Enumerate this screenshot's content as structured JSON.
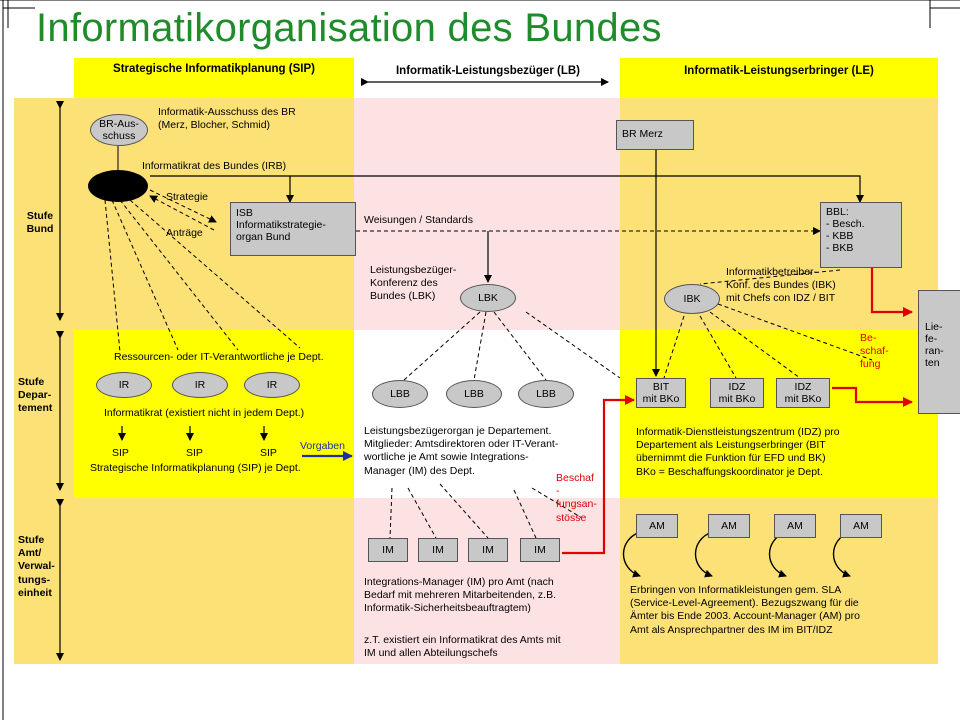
{
  "title": "Informatikorganisation des Bundes",
  "colors": {
    "yellow": "#ffff00",
    "lightYellow": "#fce177",
    "pink": "#fde2e4",
    "title": "#1e8c2a",
    "red": "#e00000",
    "blue": "#1f2fa3"
  },
  "headers": {
    "sip": "Strategische Informatikplanung (SIP)",
    "lb": "Informatik-Leistungsbezüger (LB)",
    "le": "Informatik-Leistungserbringer (LE)"
  },
  "levels": {
    "bund": "Stufe\nBund",
    "departement": "Stufe\nDepar-\ntement",
    "amt": "Stufe\nAmt/\nVerwal-\ntungs-\neinheit"
  },
  "sip_col": {
    "br_ellipse": "BR-Aus-\nschuss",
    "br_text": "Informatik-Ausschuss des BR\n(Merz, Blocher, Schmid)",
    "irb_text": "Informatikrat des Bundes (IRB)",
    "strategie": "Strategie",
    "antraege": "Anträge",
    "ressourcen": "Ressourcen- oder IT-Verantwortliche je Dept.",
    "ir_labels": [
      "IR",
      "IR",
      "IR"
    ],
    "ir_text": "Informatikrat (existiert nicht in jedem Dept.)",
    "sip_labels": [
      "SIP",
      "SIP",
      "SIP"
    ],
    "sip_text": "Strategische Informatikplanung (SIP) je Dept.",
    "vorgaben": "Vorgaben"
  },
  "lb_col": {
    "isb_box": "ISB\nInformatikstrategie-\norgan Bund",
    "weisungen": "Weisungen / Standards",
    "lbk_text": "Leistungsbezüger-\nKonferenz des\nBundes (LBK)",
    "lbk_ellipse": "LBK",
    "lbb_labels": [
      "LBB",
      "LBB",
      "LBB"
    ],
    "lbb_text": "Leistungsbezügerorgan je Departement.\nMitglieder: Amtsdirektoren oder IT-Verant-\nwortliche je Amt sowie Integrations-\nManager (IM) des Dept.",
    "beschaffungsanstoesse": "Beschaf\n-\nfungsan-\nstösse",
    "im_labels": [
      "IM",
      "IM",
      "IM",
      "IM"
    ],
    "im_text": "Integrations-Manager (IM) pro Amt (nach\nBedarf mit mehreren Mitarbeitenden, z.B.\nInformatik-Sicherheitsbeauftragtem)",
    "im_text2": "z.T. existiert ein Informatikrat des Amts mit\nIM und allen Abteilungschefs"
  },
  "le_col": {
    "br_merz": "BR Merz",
    "bbl_box": "BBL:\n- Besch.\n- KBB\n- BKB",
    "ibk_text": "Informatikbetreiber-\nKonf. des Bundes (IBK)\nmit Chefs con IDZ / BIT",
    "ibk_ellipse": "IBK",
    "beschaffung": "Be-\nschaf-\nfung",
    "lieferanten": "Lie-\nfe-\nran-\nten",
    "bit": "BIT\nmit BKo",
    "idz1": "IDZ\nmit BKo",
    "idz2": "IDZ\nmit BKo",
    "idz_text": "Informatik-Dienstleistungszentrum (IDZ) pro\nDepartement als Leistungserbringer (BIT\nübernimmt die Funktion für EFD und BK)\nBKo = Beschaffungskoordinator je Dept.",
    "am_labels": [
      "AM",
      "AM",
      "AM",
      "AM"
    ],
    "am_text": "Erbringen von Informatikleistungen gem. SLA\n(Service-Level-Agreement). Bezugszwang für die\nÄmter bis Ende 2003. Account-Manager (AM) pro\nAmt als Ansprechpartner des IM im BIT/IDZ"
  }
}
